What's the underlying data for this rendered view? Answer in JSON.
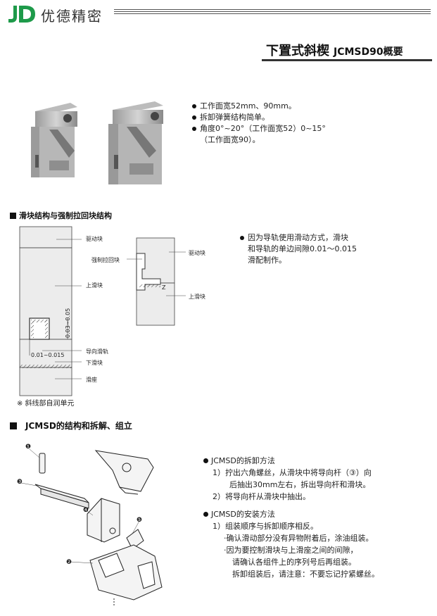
{
  "header": {
    "brand": "优德精密",
    "title": "下置式斜楔",
    "title_model": "JCMSD90概要"
  },
  "features": [
    "工作面宽52mm、90mm。",
    "拆卸弹簧结构简单。",
    "角度0°~20°（工作面宽52）0~15°"
  ],
  "features_cont": "（工作面宽90）。",
  "section1": {
    "title": "滑块结构与强制拉回块结构",
    "labels": {
      "drive_block": "驱动块",
      "upper_slider": "上滑块",
      "guide_rail": "导向滑轨",
      "lower_slider": "下滑块",
      "slide_seat": "滑座",
      "gap_v": "0.03~0.05",
      "gap_h": "0.01~0.015",
      "return_block": "强制拉回块",
      "drive_block2": "驱动块",
      "upper_slider2": "上滑块",
      "z_mark": "Z"
    },
    "note": "※ 斜线部自润单元",
    "bullet": "因为导轨使用滑动方式，滑块",
    "bullet_cont": [
      "和导轨的单边间隙0.01～0.015",
      "滑配制作。"
    ]
  },
  "section2": {
    "title": "JCMSD的结构和拆解、组立",
    "callouts": [
      "❶",
      "❸",
      "❹",
      "❺",
      "❷"
    ],
    "disassembly": {
      "head": "JCMSD的拆卸方法",
      "step1": "1）拧出六角螺丝，从滑块中将导向杆（③）向",
      "step1_cont": "后抽出30mm左右，拆出导向杆和滑块。",
      "step2": "2）将导向杆从滑块中抽出。"
    },
    "assembly": {
      "head": "JCMSD的安装方法",
      "step1": "1）组装顺序与拆卸顺序相反。",
      "notes": [
        "·确认滑动部分没有异物附着后，涂油组装。",
        "·因为要控制滑块与上滑座之间的间隙，"
      ],
      "notes_cont": [
        "请确认各组件上的序列号后再组装。",
        "拆卸组装后，请注意：不要忘记拧紧螺丝。"
      ]
    }
  },
  "colors": {
    "logo_green": "#1e9a4a",
    "ink": "#222222"
  }
}
